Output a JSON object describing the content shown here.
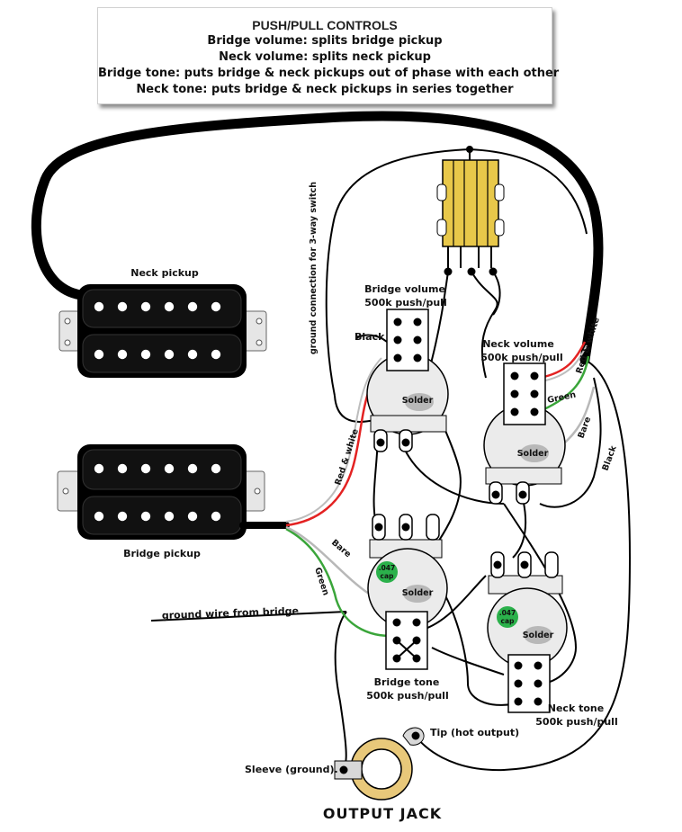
{
  "notes": {
    "title": "PUSH/PULL CONTROLS",
    "lines": [
      "Bridge volume: splits bridge pickup",
      "Neck volume: splits neck pickup",
      "Bridge tone: puts bridge & neck pickups out of phase with each other",
      "Neck tone: puts bridge & neck pickups in series together"
    ]
  },
  "labels": {
    "neck_pickup": "Neck pickup",
    "bridge_pickup": "Bridge pickup",
    "ground_switch": "ground connection for 3-way switch",
    "bridge_volume_1": "Bridge volume",
    "bridge_volume_2": "500k push/pull",
    "neck_volume_1": "Neck volume",
    "neck_volume_2": "500k push/pull",
    "bridge_tone_1": "Bridge tone",
    "bridge_tone_2": "500k push/pull",
    "neck_tone_1": "Neck tone",
    "neck_tone_2": "500k push/pull",
    "black_1": "Black",
    "black_2": "Black",
    "red_white_1": "Red & white",
    "red_white_2": "Red & white",
    "green_1": "Green",
    "green_2": "Green",
    "bare_1": "Bare",
    "bare_2": "Bare",
    "solder": "Solder",
    "cap": ".047\ncap",
    "cap_line1": ".047",
    "cap_line2": "cap",
    "ground_wire": "ground wire from bridge",
    "tip": "Tip (hot output)",
    "sleeve": "Sleeve (ground).",
    "output_jack": "OUTPUT JACK"
  },
  "colors": {
    "wire": "#000000",
    "red": "#e32222",
    "green": "#3aa53a",
    "bare": "#b8b8b8",
    "switch_yellow": "#e8c84a",
    "cap_green": "#2bb14b",
    "pot_body": "#ebebeb",
    "jack_ring": "#e8c87a"
  }
}
